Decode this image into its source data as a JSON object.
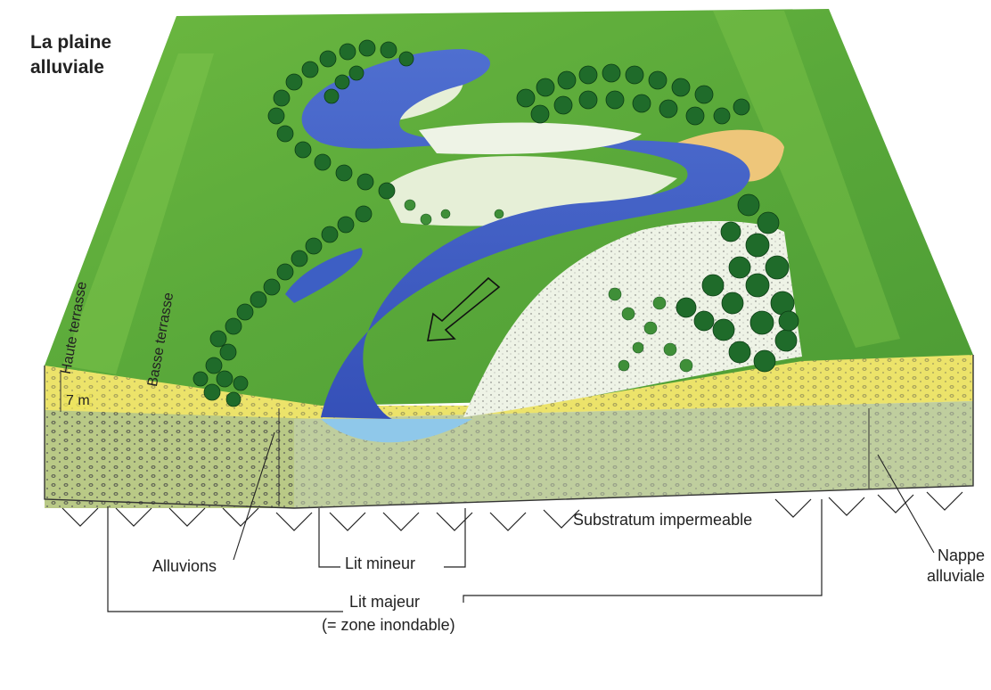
{
  "title": {
    "line1": "La plaine",
    "line2": "alluviale"
  },
  "terraces": {
    "haute": "Haute terrasse",
    "basse": "Basse terrasse",
    "height": "7 m"
  },
  "labels": {
    "alluvions": "Alluvions",
    "lit_mineur": "Lit mineur",
    "lit_majeur": "Lit majeur",
    "zone_inondable": "(= zone inondable)",
    "substratum": "Substratum impermeable",
    "nappe_line1": "Nappe",
    "nappe_line2": "alluviale"
  },
  "colors": {
    "grass": "#5aa93a",
    "grass_light": "#7cc34a",
    "river": "#3d5fc4",
    "river_light": "#8fc8ea",
    "trees": "#1f6b2a",
    "gravel_bar": "#eef3e6",
    "sand": "#eec67a",
    "yellow_layer": "#ece36a",
    "alluvium_layer": "#b9c986",
    "nappe_layer": "#c4d2b3"
  }
}
